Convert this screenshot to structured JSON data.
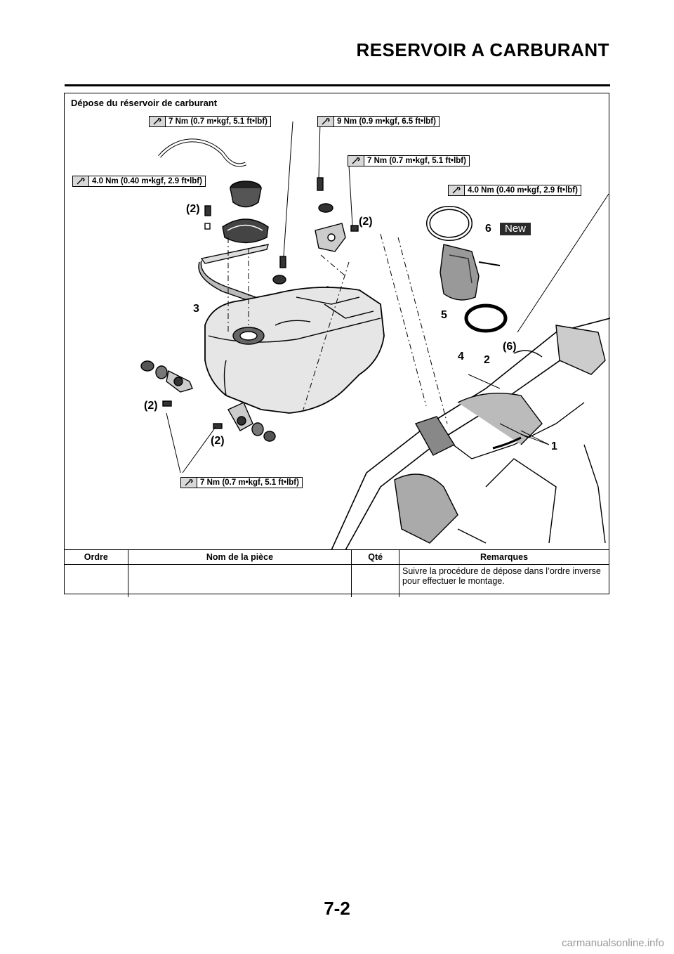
{
  "header": {
    "title": "RESERVOIR A CARBURANT"
  },
  "section": {
    "heading": "Dépose du réservoir de carburant"
  },
  "torque_specs": [
    {
      "value": "7 Nm (0.7 m•kgf, 5.1 ft•lbf)"
    },
    {
      "value": "9 Nm (0.9 m•kgf, 6.5 ft•lbf)"
    },
    {
      "value": "7 Nm (0.7 m•kgf, 5.1 ft•lbf)"
    },
    {
      "value": "4.0 Nm (0.40 m•kgf, 2.9 ft•lbf)"
    },
    {
      "value": "4.0 Nm (0.40 m•kgf, 2.9 ft•lbf)"
    },
    {
      "value": "7 Nm (0.7 m•kgf, 5.1 ft•lbf)"
    }
  ],
  "callouts": [
    "(2)",
    "(2)",
    "(2)",
    "(2)",
    "(6)",
    "1",
    "2",
    "3",
    "4",
    "5",
    "6"
  ],
  "new_badge": "New",
  "table": {
    "headers": [
      "Ordre",
      "Nom de la pièce",
      "Qté",
      "Remarques"
    ],
    "rows": [
      {
        "ordre": "",
        "nom": "",
        "qte": "",
        "remarques": "Suivre la procédure de dépose dans l’ordre inverse pour effectuer le montage."
      }
    ]
  },
  "page_number": "7-2",
  "watermark": "carmanualsonline.info"
}
